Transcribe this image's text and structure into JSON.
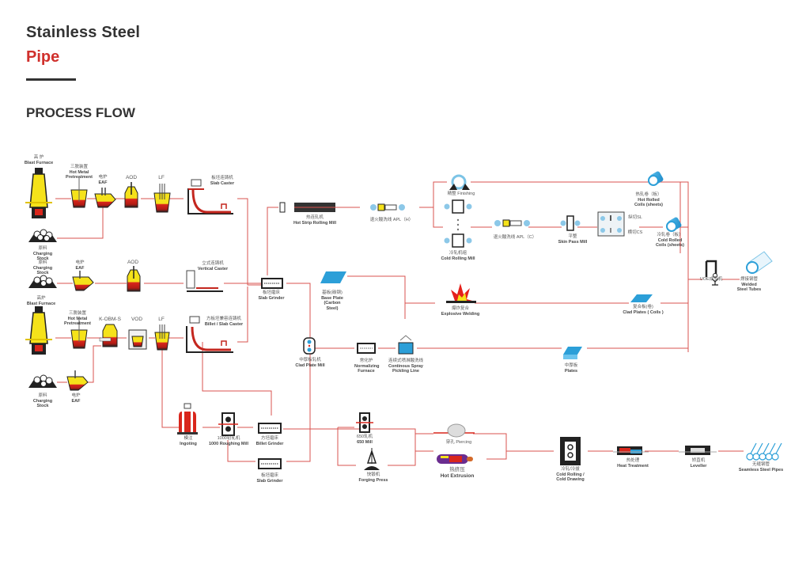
{
  "header": {
    "title": "Stainless Steel",
    "subtitle": "Pipe",
    "section": "PROCESS FLOW"
  },
  "colors": {
    "accent_red": "#d0302c",
    "line_red": "#d9534f",
    "text_dark": "#333333",
    "steel_blue": "#2c9fd8",
    "molten_yellow": "#f5e21a"
  },
  "nodes": {
    "blast_furnace_1": {
      "cn": "高 炉",
      "en": "Blast Furnace"
    },
    "hot_metal_pretreatment_1": {
      "cn": "三脱装置",
      "en": "Hot Metal Pretreatment"
    },
    "eaf_1": {
      "cn": "电炉",
      "en": "EAF"
    },
    "aod_1": {
      "cn": "",
      "en": "AOD"
    },
    "lf_1": {
      "cn": "",
      "en": "LF"
    },
    "slab_caster": {
      "cn": "板坯连铸机",
      "en": "Slab Caster"
    },
    "charging_stock_1": {
      "cn": "原料",
      "en": "Charging Stock"
    },
    "charging_stock_2": {
      "cn": "原料",
      "en": "Charging Stock"
    },
    "eaf_2": {
      "cn": "电炉",
      "en": "EAF"
    },
    "aod_2": {
      "cn": "",
      "en": "AOD"
    },
    "vertical_caster": {
      "cn": "立式连铸机",
      "en": "Vertical Caster"
    },
    "blast_furnace_2": {
      "cn": "高炉",
      "en": "Blast Furnace"
    },
    "hot_metal_pretreatment_2": {
      "cn": "三脱装置",
      "en": "Hot Metal Pretreatment"
    },
    "k_obm_s": {
      "cn": "",
      "en": "K-OBM-S"
    },
    "vod": {
      "cn": "",
      "en": "VOD"
    },
    "lf_2": {
      "cn": "",
      "en": "LF"
    },
    "billet_slab_caster": {
      "cn": "方板坯兼容连铸机",
      "en": "Billet / Slab Caster"
    },
    "charging_stock_3": {
      "cn": "原料",
      "en": "Charging Stock"
    },
    "eaf_3": {
      "cn": "电炉",
      "en": "EAF"
    },
    "hot_strip_mill": {
      "cn": "热连轧机",
      "en": "Hot Strip Rolling Mill"
    },
    "apl_h": {
      "cn": "退火酸洗线 APL（H）",
      "en": ""
    },
    "finishing": {
      "cn": "精整",
      "en": "Finishing"
    },
    "cold_rolling_mill": {
      "cn": "冷轧机组",
      "en": "Cold Rolling Mill"
    },
    "apl_c": {
      "cn": "退火酸洗线 APL（C）",
      "en": ""
    },
    "skin_pass_mill": {
      "cn": "平整",
      "en": "Skin Pass Mill"
    },
    "slitting": {
      "cn": "纵切SL",
      "en": ""
    },
    "cut_to_length": {
      "cn": "横切CS",
      "en": ""
    },
    "hot_rolled_coils": {
      "cn": "热轧卷（板）",
      "en": "Hot Rolled Coils (sheets)"
    },
    "cold_rolled_coils": {
      "cn": "冷轧卷（板）",
      "en": "Cold Rolled Coils (sheets)"
    },
    "uoe_forming": {
      "cn": "UOE成型机",
      "en": ""
    },
    "welded_tubes": {
      "cn": "焊接钢管",
      "en": "Welded Steel Tubes"
    },
    "slab_grinder_1": {
      "cn": "板坯磨床",
      "en": "Slab Grinder"
    },
    "base_plate": {
      "cn": "基板(碳钢)",
      "en": "Base Plate (Carbon Steel)"
    },
    "explosive_welding": {
      "cn": "爆炸复合",
      "en": "Explosive Welding"
    },
    "clad_plates": {
      "cn": "复合板(卷)",
      "en": "Clad Plates ( Coils )"
    },
    "clad_plate_mill": {
      "cn": "中厚板轧机",
      "en": "Clad Plate Mill"
    },
    "normalizing_furnace": {
      "cn": "常化炉",
      "en": "Normalizing Furnace"
    },
    "spray_pickling": {
      "cn": "连续式喷淋酸洗线",
      "en": "Continous Spray Pickling Line"
    },
    "plates": {
      "cn": "中厚板",
      "en": "Plates"
    },
    "ingoting": {
      "cn": "模注",
      "en": "Ingoting"
    },
    "roughing_mill": {
      "cn": "1000初轧机",
      "en": "1000 Roughing Mill"
    },
    "billet_grinder": {
      "cn": "方坯磨床",
      "en": "Billet Grinder"
    },
    "slab_grinder_2": {
      "cn": "板坯磨床",
      "en": "Slab Grinder"
    },
    "mill_650": {
      "cn": "650轧机",
      "en": "650 Mill"
    },
    "forging_press": {
      "cn": "快锻机",
      "en": "Forging Press"
    },
    "piercing": {
      "cn": "穿孔",
      "en": "Piercing"
    },
    "hot_extrusion": {
      "cn": "热挤压",
      "en": "Hot Extrusion"
    },
    "cold_rolling_drawing": {
      "cn": "冷轧/冷拔",
      "en": "Cold Rolling / Cold Drawing"
    },
    "heat_treatment": {
      "cn": "热处理",
      "en": "Heat Treatment"
    },
    "leveller": {
      "cn": "矫直机",
      "en": "Leveller"
    },
    "seamless_pipes": {
      "cn": "无缝钢管",
      "en": "Seamless Steel Pipes"
    }
  }
}
